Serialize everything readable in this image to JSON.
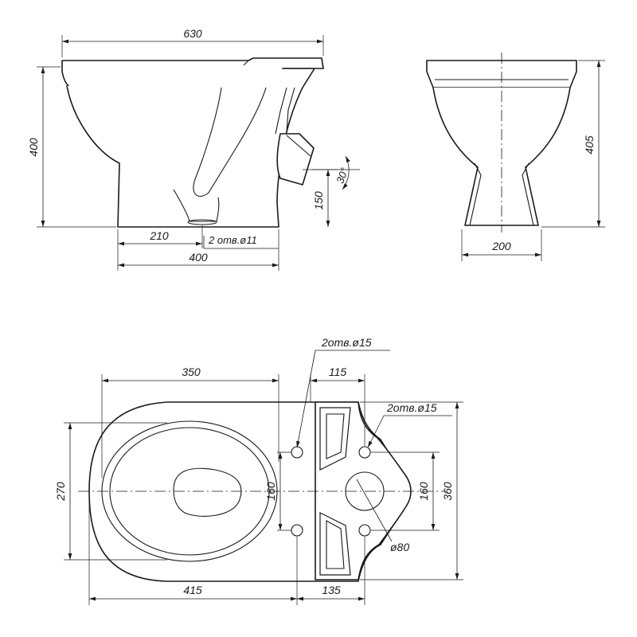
{
  "side_view": {
    "dim_total_length": "630",
    "dim_height": "400",
    "dim_drain_offset": "210",
    "dim_base_length": "400",
    "dim_outlet_height": "150",
    "dim_outlet_angle": "30°",
    "note_mounting_holes": "2 отв.ø11"
  },
  "front_view": {
    "dim_height": "405",
    "dim_base_width": "200"
  },
  "top_view": {
    "note_holes_left": "2отв.ø15",
    "note_holes_right": "2отв.ø15",
    "dim_bowl_length": "350",
    "dim_tank_offset": "115",
    "dim_bowl_width": "270",
    "dim_hole_spacing": "160",
    "dim_right_spacing": "160",
    "dim_tank_width": "360",
    "dim_front_length": "415",
    "dim_rear_length": "135",
    "dim_outlet_diameter": "ø80"
  }
}
